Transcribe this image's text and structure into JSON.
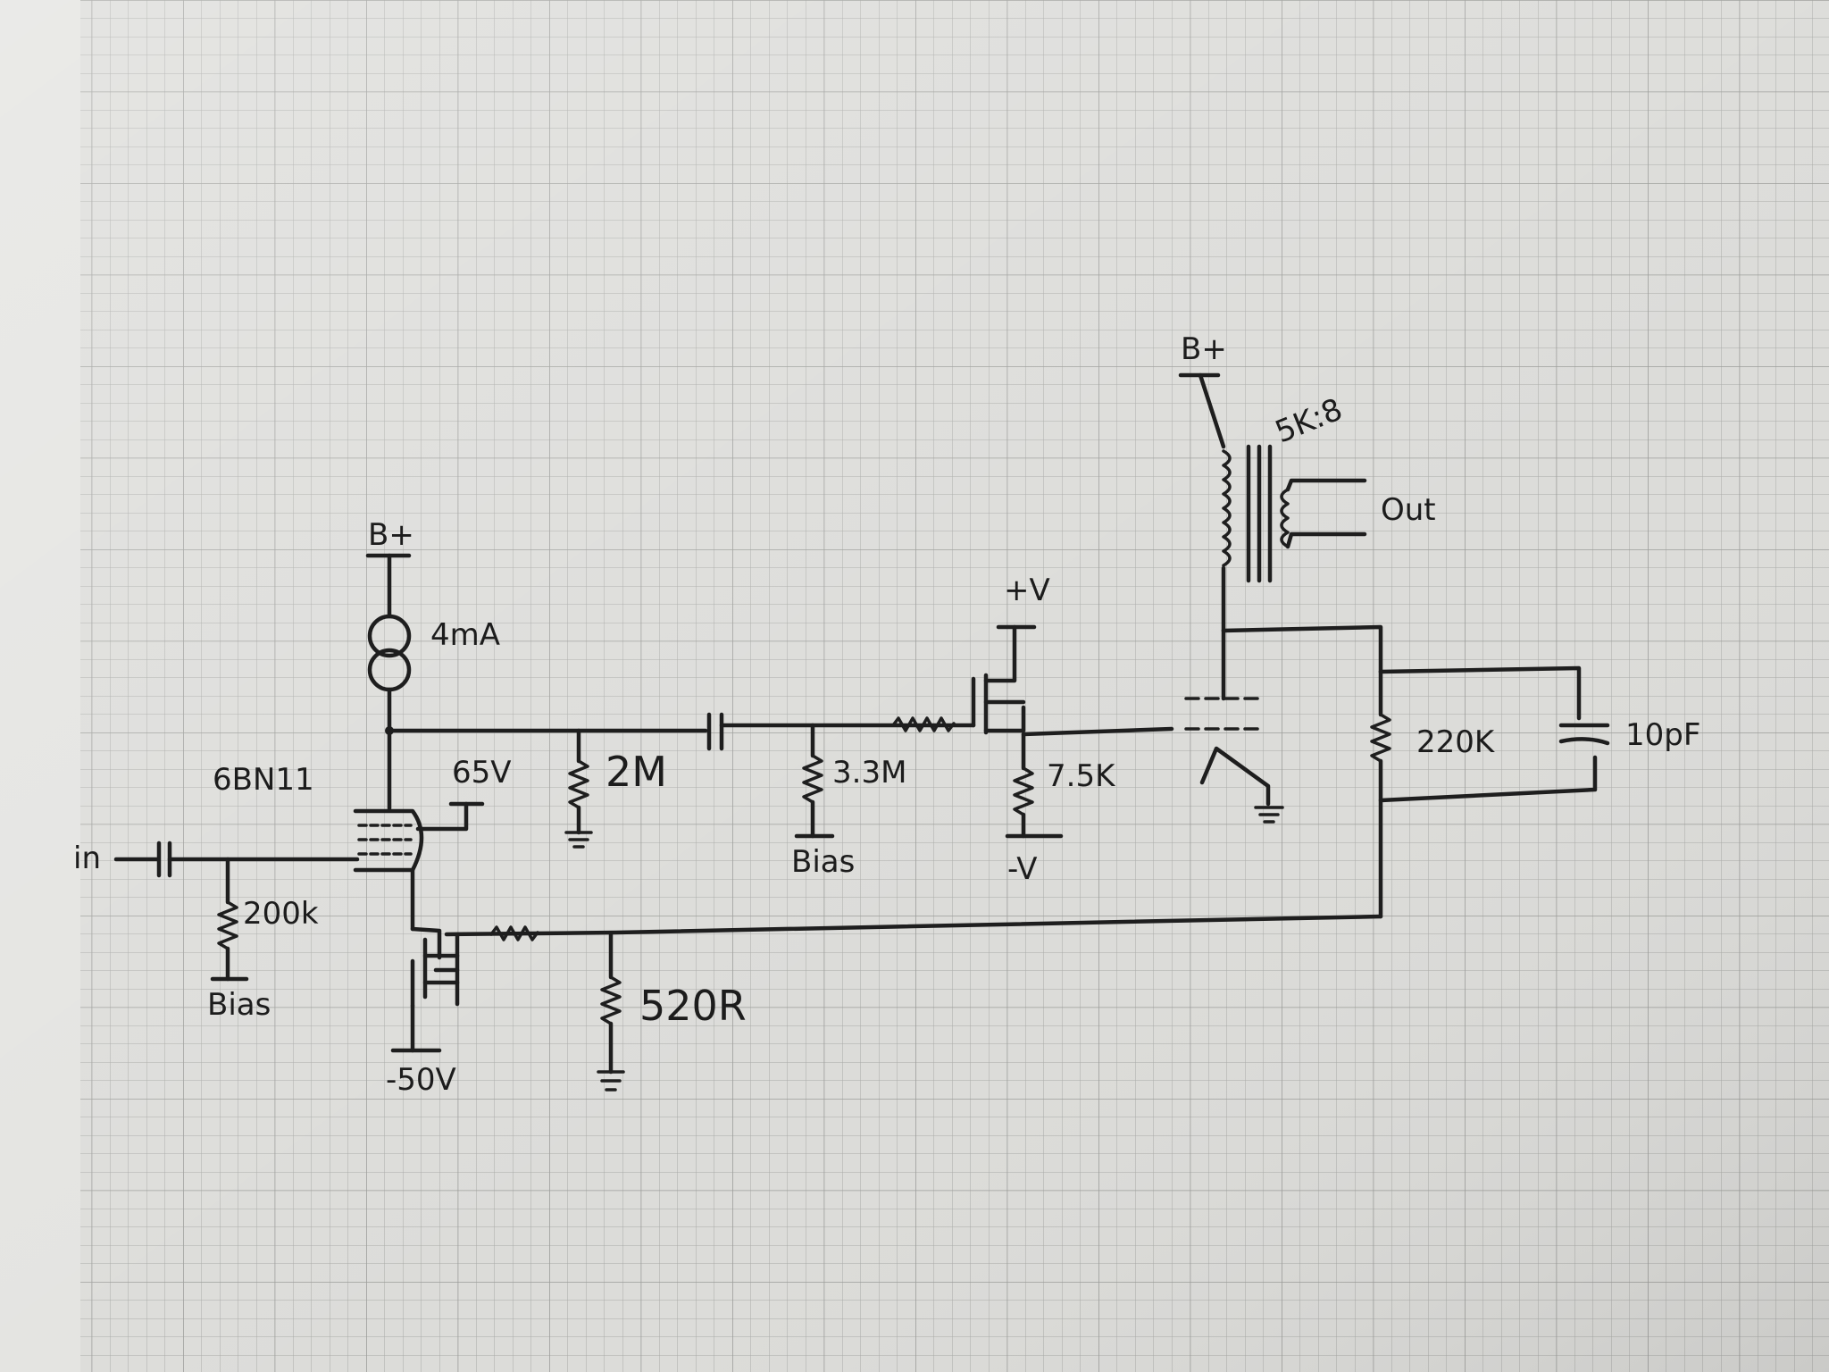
{
  "schematic": {
    "labels": {
      "input": "in",
      "tube": "6BN11",
      "bplus_left": "B+",
      "ccs_current": "4mA",
      "screen_voltage": "65V",
      "r_grid": "200k",
      "bias_grid": "Bias",
      "r_plate": "2M",
      "r_gate": "3.3M",
      "bias_gate": "Bias",
      "pos_supply": "+V",
      "r_source": "7.5K",
      "neg_supply": "-V",
      "neg_50": "-50V",
      "r_cathode": "520R",
      "bplus_right": "B+",
      "transformer": "5K:8",
      "output": "Out",
      "r_feedback": "220K",
      "c_feedback": "10pF"
    }
  }
}
